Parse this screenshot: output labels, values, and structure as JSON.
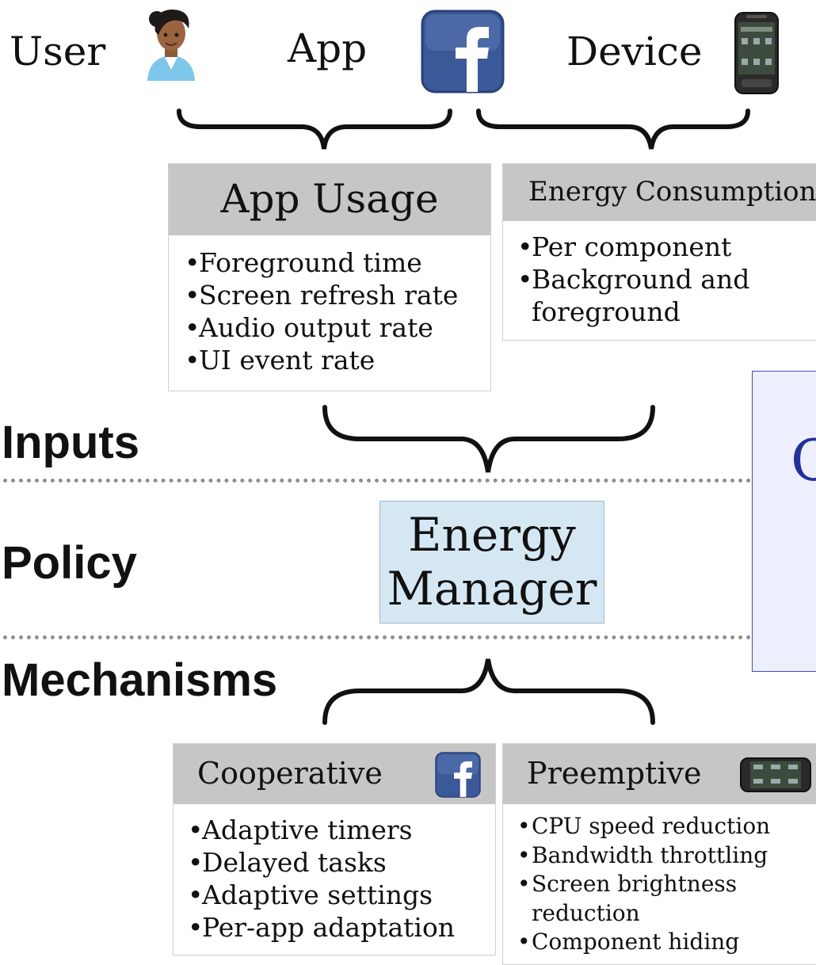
{
  "top": {
    "user_label": "User",
    "app_label": "App",
    "device_label": "Device"
  },
  "sections": {
    "inputs": "Inputs",
    "policy": "Policy",
    "mechanisms": "Mechanisms"
  },
  "app_usage": {
    "title": "App Usage",
    "items": [
      "Foreground time",
      "Screen refresh rate",
      "Audio output rate",
      "UI event rate"
    ]
  },
  "energy_consumption": {
    "title": "Energy Consumption",
    "items": [
      "Per component",
      "Background and",
      "foreground"
    ]
  },
  "energy_manager": {
    "line1": "Energy",
    "line2": "Manager"
  },
  "cooperative": {
    "title": "Cooperative",
    "items": [
      "Adaptive timers",
      "Delayed tasks",
      "Adaptive settings",
      "Per-app adaptation"
    ]
  },
  "preemptive": {
    "title": "Preemptive",
    "items": [
      "CPU speed reduction",
      "Bandwidth throttling",
      "Screen brightness",
      "reduction",
      "Component hiding"
    ]
  },
  "overlay": {
    "partial_char": "C"
  },
  "colors": {
    "header_gray": "#c6c6c6",
    "energy_manager_fill": "#d6e7f4",
    "overlay_border": "#3b4ecc",
    "facebook_blue": "#3b5998"
  },
  "icons": [
    "user-avatar-icon",
    "facebook-icon",
    "smartphone-icon"
  ]
}
